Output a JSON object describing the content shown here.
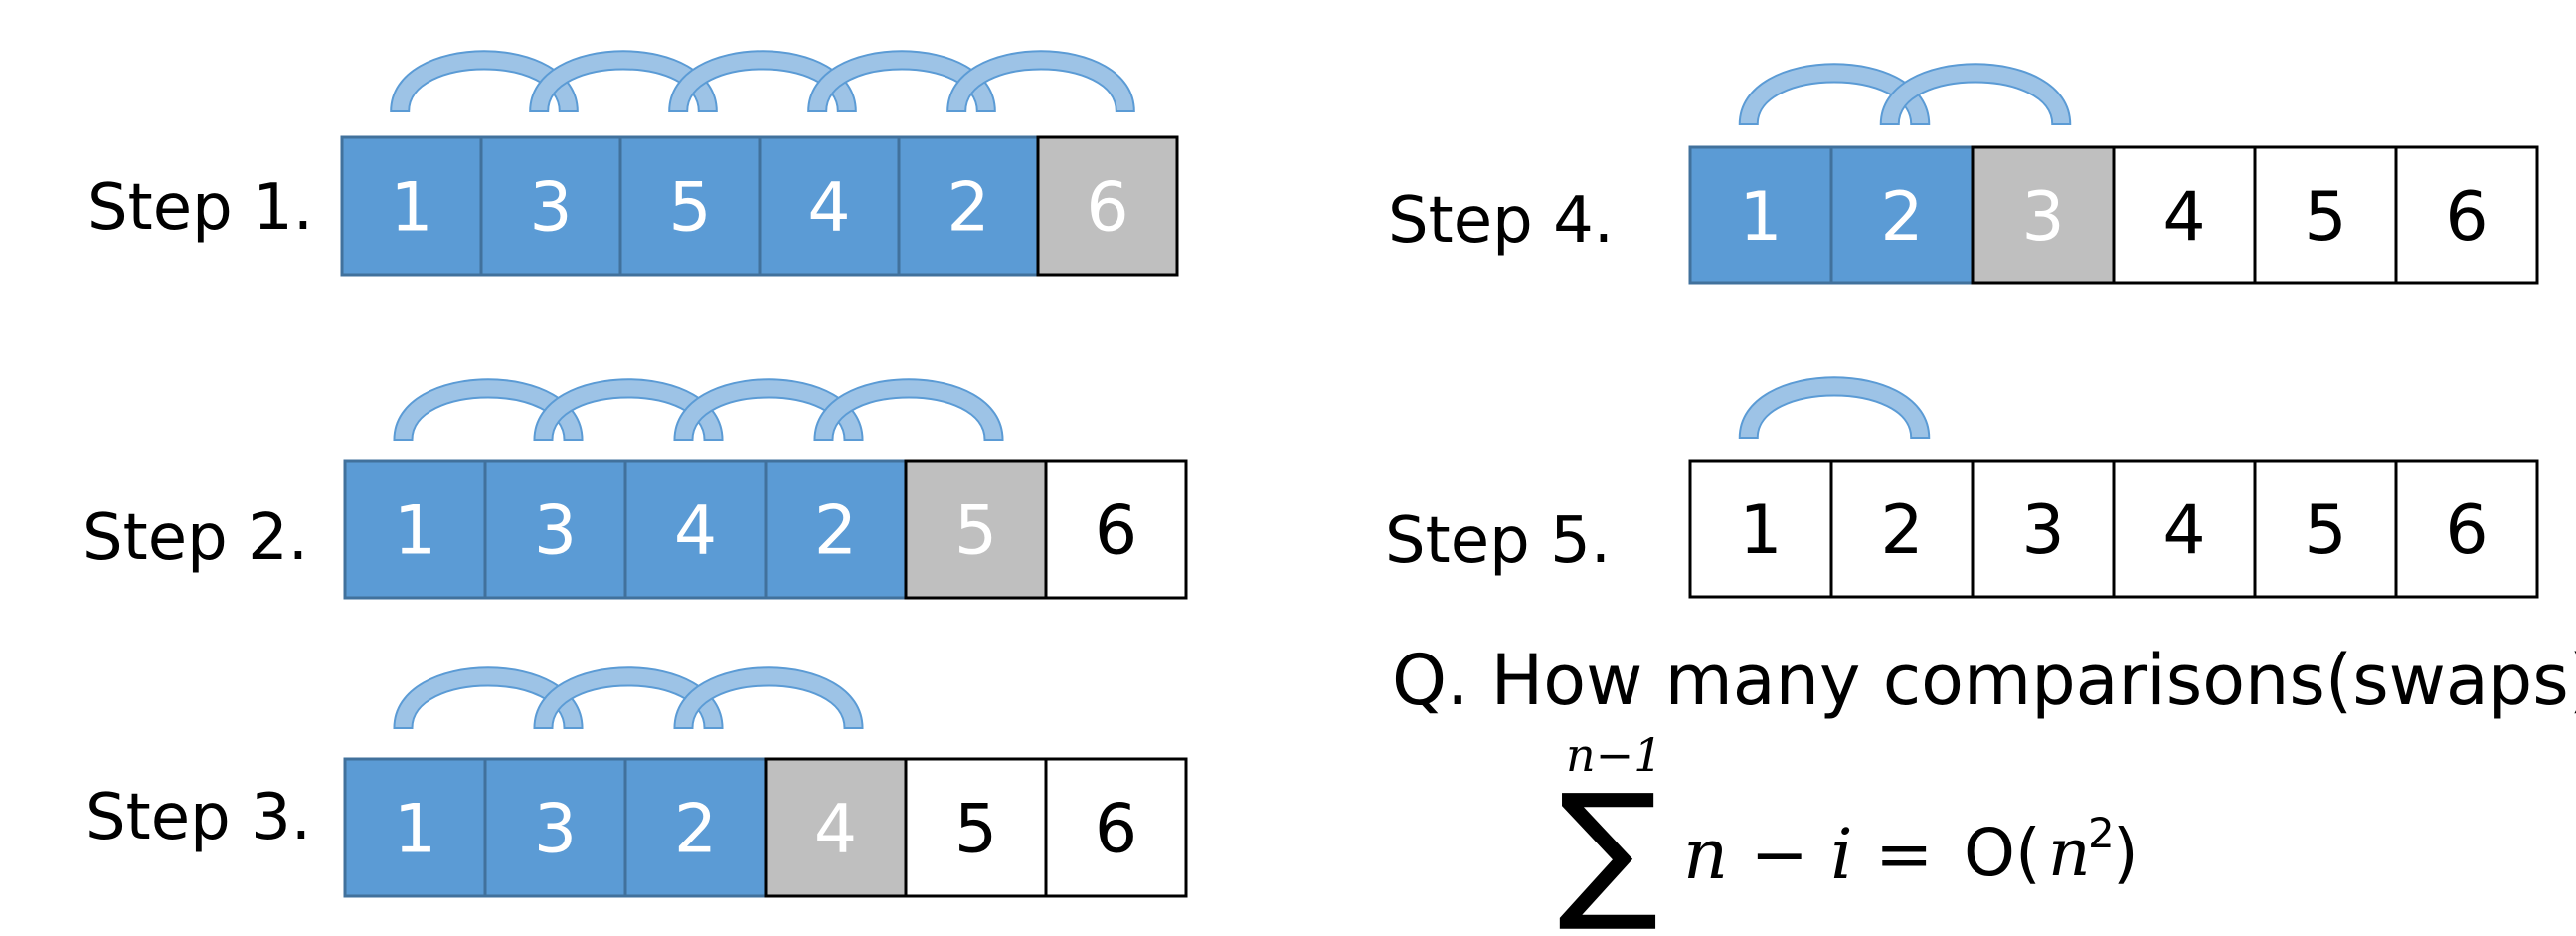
{
  "colors": {
    "active": "#5b9bd5",
    "active_border": "#41719c",
    "pivot": "#bfbfbf",
    "sorted": "#ffffff",
    "arc_fill": "#9dc3e6",
    "arc_stroke": "#5b9bd5",
    "active_text": "#ffffff",
    "sorted_text": "#000000"
  },
  "steps": [
    {
      "label": "Step 1.",
      "cells": [
        {
          "value": "1",
          "state": "active"
        },
        {
          "value": "3",
          "state": "active"
        },
        {
          "value": "5",
          "state": "active"
        },
        {
          "value": "4",
          "state": "active"
        },
        {
          "value": "2",
          "state": "active"
        },
        {
          "value": "6",
          "state": "pivot"
        }
      ],
      "arcs": 5
    },
    {
      "label": "Step 2.",
      "cells": [
        {
          "value": "1",
          "state": "active"
        },
        {
          "value": "3",
          "state": "active"
        },
        {
          "value": "4",
          "state": "active"
        },
        {
          "value": "2",
          "state": "active"
        },
        {
          "value": "5",
          "state": "pivot"
        },
        {
          "value": "6",
          "state": "sorted"
        }
      ],
      "arcs": 4
    },
    {
      "label": "Step 3.",
      "cells": [
        {
          "value": "1",
          "state": "active"
        },
        {
          "value": "3",
          "state": "active"
        },
        {
          "value": "2",
          "state": "active"
        },
        {
          "value": "4",
          "state": "pivot"
        },
        {
          "value": "5",
          "state": "sorted"
        },
        {
          "value": "6",
          "state": "sorted"
        }
      ],
      "arcs": 3
    },
    {
      "label": "Step 4.",
      "cells": [
        {
          "value": "1",
          "state": "active"
        },
        {
          "value": "2",
          "state": "active"
        },
        {
          "value": "3",
          "state": "pivot"
        },
        {
          "value": "4",
          "state": "sorted"
        },
        {
          "value": "5",
          "state": "sorted"
        },
        {
          "value": "6",
          "state": "sorted"
        }
      ],
      "arcs": 2
    },
    {
      "label": "Step 5.",
      "cells": [
        {
          "value": "1",
          "state": "sorted"
        },
        {
          "value": "2",
          "state": "sorted"
        },
        {
          "value": "3",
          "state": "sorted"
        },
        {
          "value": "4",
          "state": "sorted"
        },
        {
          "value": "5",
          "state": "sorted"
        },
        {
          "value": "6",
          "state": "sorted"
        }
      ],
      "arcs": 1
    }
  ],
  "question": {
    "text": "Q. How many comparisons(swaps)?",
    "sum_upper": "n−1",
    "sum_symbol": "∑",
    "sum_body": "n − i = ",
    "result_prefix": "O(",
    "result_var": "n",
    "result_exp": "2",
    "result_suffix": ")"
  }
}
